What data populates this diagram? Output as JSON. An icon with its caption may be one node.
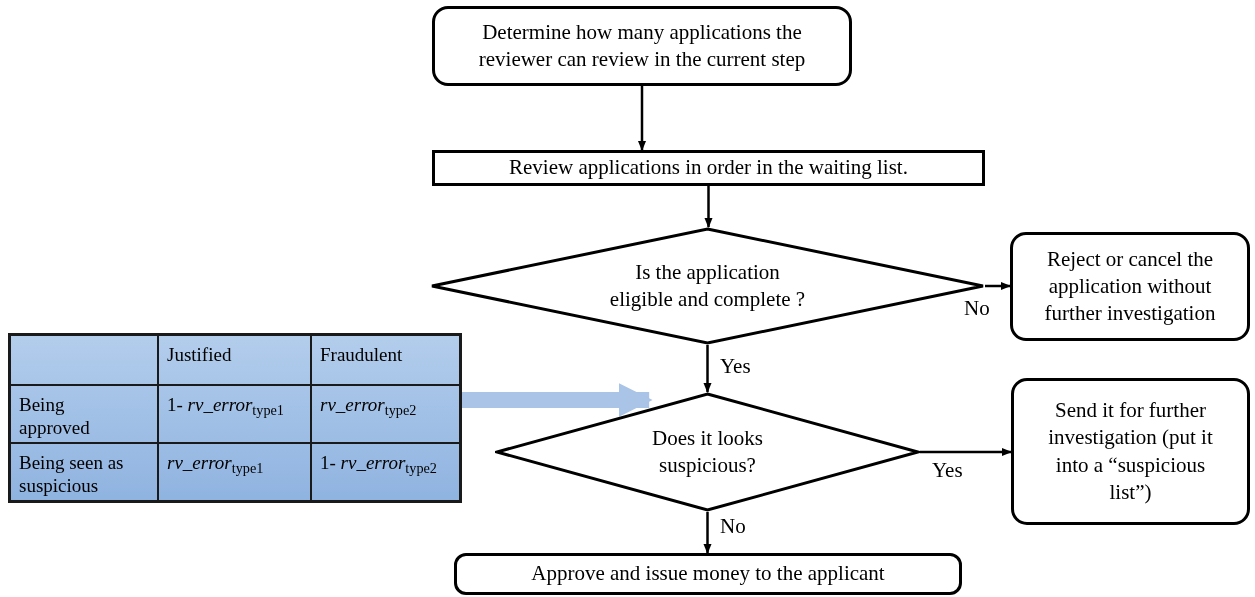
{
  "diagram": {
    "nodes": [
      {
        "text": [
          "Determine how many applications the reviewer can review in the current step"
        ]
      },
      {
        "text": [
          "Review applications in order in the waiting list."
        ]
      },
      {
        "text": [
          "Is the application eligible and complete ?"
        ]
      },
      {
        "text": [
          "Reject or cancel the application without further investigation"
        ]
      },
      {
        "text": [
          "Does it looks suspicious?"
        ]
      },
      {
        "text": [
          "Send it for further investigation (put it into a “suspicious list”)"
        ]
      },
      {
        "text": [
          "Approve and issue money to the applicant"
        ]
      },
      {
        "text": [
          "Justified",
          "Fraudulent",
          "Being approved",
          "1- *rv_error*$_{type1}$",
          "*rv_error*$_{type2}$",
          "Being seen as suspicious",
          "*rv_error*$_{type1}$",
          "1- *rv_error*$_{type2}$"
        ]
      }
    ],
    "edges": [
      {
        "from": 0,
        "to": 1,
        "arrow": "to"
      },
      {
        "from": 1,
        "to": 2,
        "arrow": "to"
      },
      {
        "from": 2,
        "to": 3,
        "arrow": "to",
        "label": "No"
      },
      {
        "from": 2,
        "to": 4,
        "arrow": "to",
        "label": "Yes"
      },
      {
        "from": 4,
        "to": 5,
        "arrow": "to",
        "label": "Yes"
      },
      {
        "from": 4,
        "to": 6,
        "arrow": "to",
        "label": "No"
      },
      {
        "from": 7,
        "to": 4,
        "arrow": "to",
        "style": "thick",
        "color": "#a9c4e6"
      }
    ]
  }
}
